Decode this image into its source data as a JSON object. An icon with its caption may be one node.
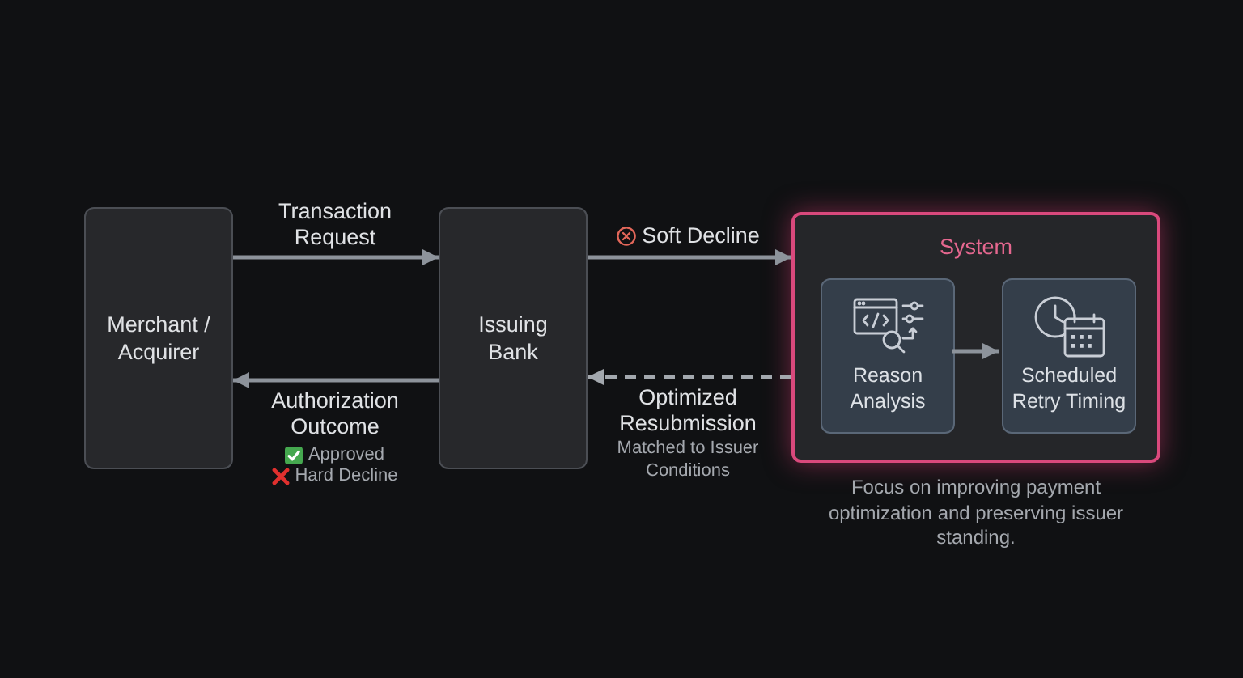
{
  "diagram": {
    "nodes": [
      {
        "text": [
          "Merchant / Acquirer"
        ]
      },
      {
        "text": [
          "Issuing Bank"
        ]
      },
      {
        "text": [
          "System"
        ],
        "beside": [
          "Focus on improving payment optimization and preserving issuer standing."
        ]
      },
      {
        "text": [
          "Reason Analysis"
        ],
        "in": 2
      },
      {
        "text": [
          "Scheduled Retry Timing"
        ],
        "in": 2
      }
    ],
    "edges": [
      {
        "from": 0,
        "to": 1,
        "arrow": "to",
        "label": "Transaction Request"
      },
      {
        "from": 1,
        "to": 0,
        "arrow": "to",
        "label": "Authorization Outcome"
      },
      {
        "from": 1,
        "to": 2,
        "arrow": "to",
        "label": "Soft Decline"
      },
      {
        "from": 2,
        "to": 1,
        "arrow": "to",
        "label": "Optimized Resubmission",
        "style": "dashed"
      },
      {
        "from": 3,
        "to": 4,
        "arrow": "to"
      }
    ],
    "labels": [
      "Approved",
      "Hard Decline",
      "Matched to Issuer Conditions"
    ]
  }
}
